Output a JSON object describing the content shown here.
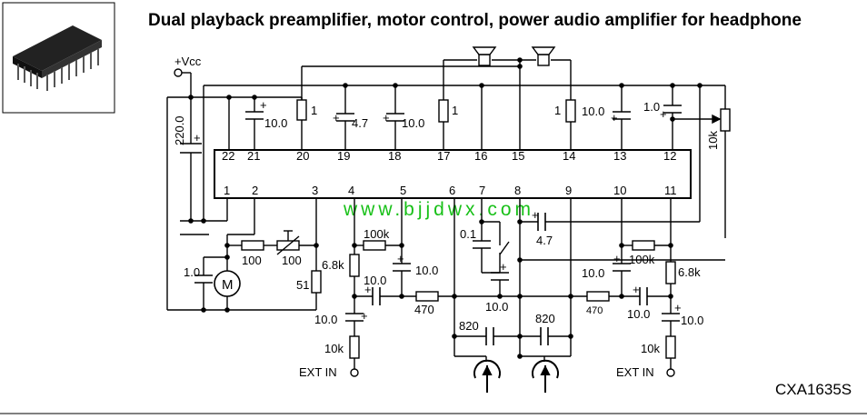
{
  "title": "Dual playback preamplifier, motor control, power audio amplifier for headphone",
  "watermark": "www.bjjdwx.com",
  "part_number": "CXA1635S",
  "supply_label": "+Vcc",
  "pins_top": [
    "22",
    "21",
    "20",
    "19",
    "18",
    "17",
    "16",
    "15",
    "14",
    "13",
    "12"
  ],
  "pins_bottom": [
    "1",
    "2",
    "3",
    "4",
    "5",
    "6",
    "7",
    "8",
    "9",
    "10",
    "11"
  ],
  "components": {
    "c220": "220.0",
    "c21": "10.0",
    "r20": "1",
    "c19": "4.7",
    "c18": "10.0",
    "r17": "1",
    "r14": "1",
    "c13": "10.0",
    "c12": "1.0",
    "pot": "10k",
    "motor": "M",
    "c_motor": "1.0",
    "r100a": "100",
    "r100b": "100",
    "r51": "51",
    "r10k_l": "100k",
    "r68_l": "6.8k",
    "c10_l1": "10.0",
    "c10_l2": "10.0",
    "r470_l": "470",
    "c10_l3": "10.0",
    "r10k_ext_l": "10k",
    "c01": "0.1",
    "c10_mid": "10.0",
    "c47_mid": "4.7",
    "c820_l": "820",
    "c820_r": "820",
    "r100k_r": "100k",
    "c10_r1": "10.0",
    "r68_r": "6.8k",
    "r470_r": "470",
    "c10_r2": "10.0",
    "c10_r3": "10.0",
    "r10k_ext_r": "10k"
  },
  "ext_in_left": "EXT IN",
  "ext_in_right": "EXT IN"
}
